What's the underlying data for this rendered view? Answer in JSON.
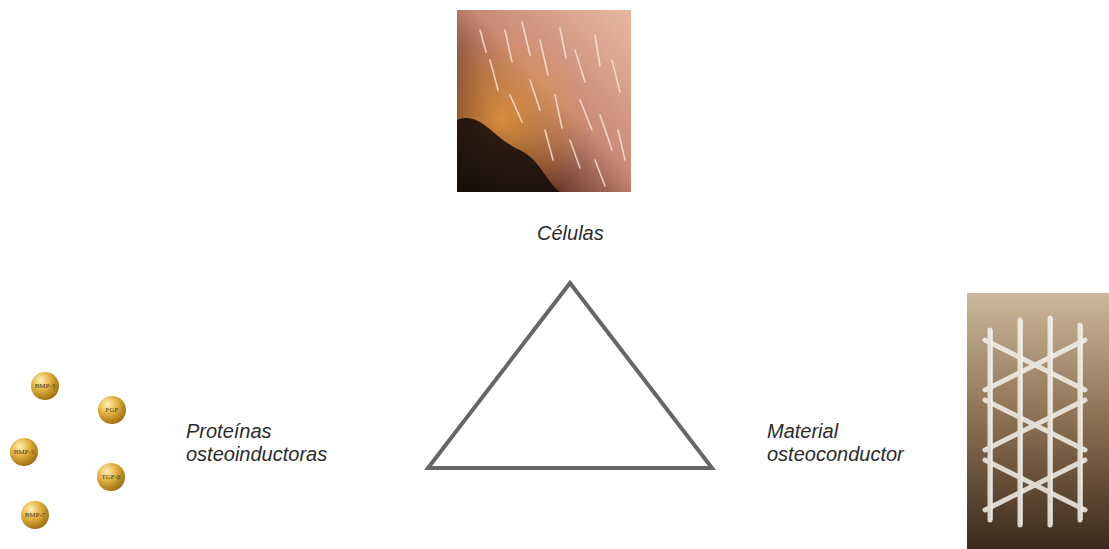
{
  "diagram": {
    "labels": [
      "Células",
      "Proteínas osteoinductoras",
      "Material osteoconductor",
      "BMP-3",
      "FGF",
      "BMP-5",
      "TGF-β",
      "BMP-7"
    ]
  }
}
